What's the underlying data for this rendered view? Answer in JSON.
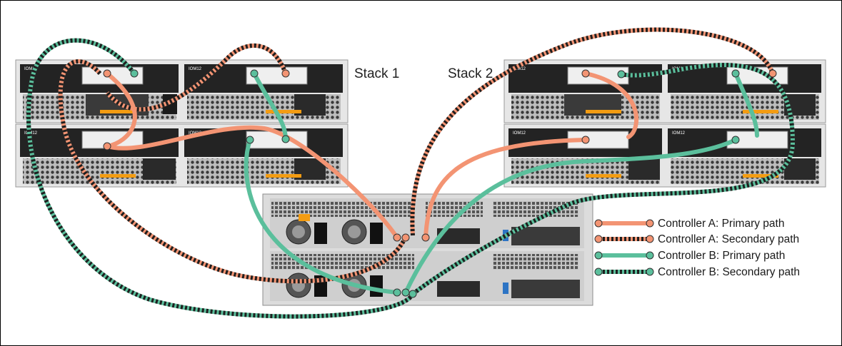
{
  "stacks": [
    {
      "label": "Stack 1"
    },
    {
      "label": "Stack 2"
    }
  ],
  "module_label": "IOM12",
  "legend": [
    {
      "label": "Controller A: Primary path",
      "color": "#f39473",
      "style": "solid"
    },
    {
      "label": "Controller A: Secondary path",
      "color": "#f39473",
      "style": "dashed"
    },
    {
      "label": "Controller B: Primary path",
      "color": "#5bbf9c",
      "style": "solid"
    },
    {
      "label": "Controller B: Secondary path",
      "color": "#5bbf9c",
      "style": "dashed"
    }
  ],
  "colors": {
    "controller_a": "#f39473",
    "controller_b": "#5bbf9c",
    "dash_dark": "#1f1f1f",
    "chassis": "#e4e4e4",
    "module_dark": "#222222",
    "accent_orange": "#f39c12"
  }
}
